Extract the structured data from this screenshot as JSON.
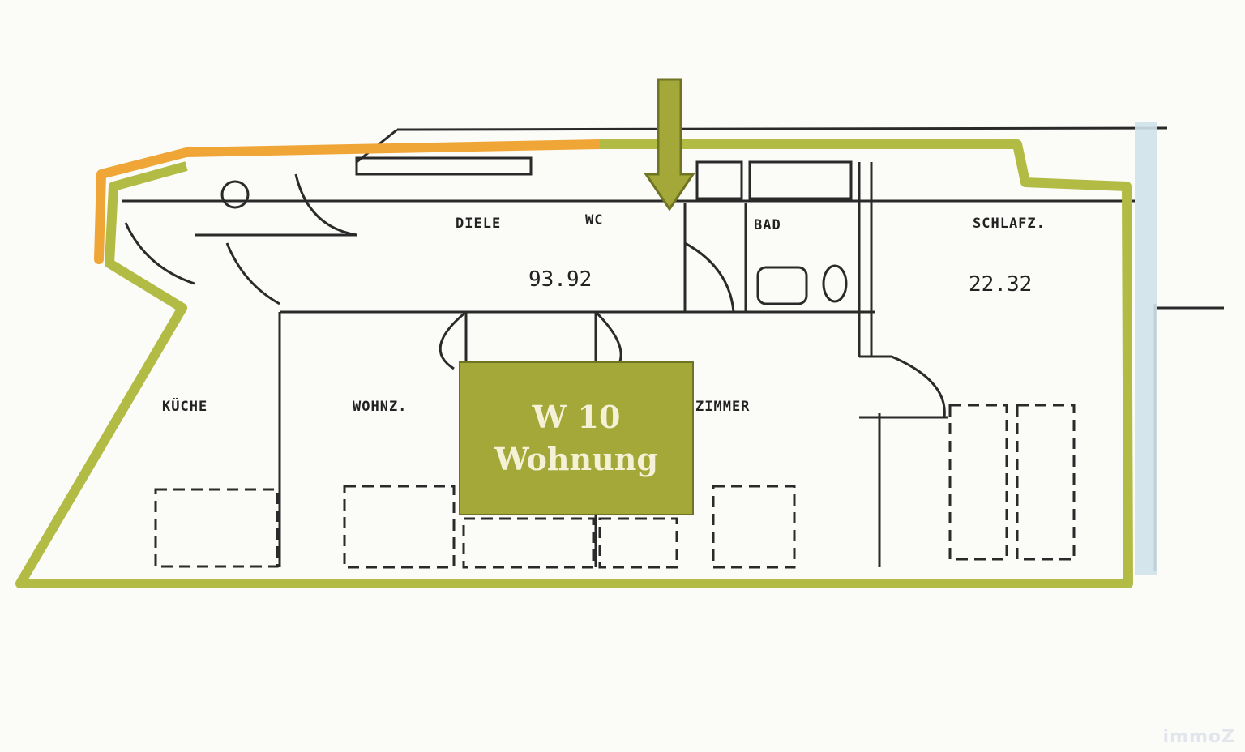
{
  "unit": {
    "number_label": "W 10",
    "type_label": "Wohnung"
  },
  "rooms": [
    {
      "id": "diele",
      "label": "DIELE"
    },
    {
      "id": "wc",
      "label": "WC"
    },
    {
      "id": "bad",
      "label": "BAD"
    },
    {
      "id": "schlafzimmer",
      "label": "SCHLAFZ."
    },
    {
      "id": "kueche",
      "label": "KÜCHE"
    },
    {
      "id": "wohnzimmer",
      "label": "WOHNZ."
    },
    {
      "id": "zimmer",
      "label": "ZIMMER"
    }
  ],
  "annotations": {
    "total_area": "93.92",
    "bedroom_area": "22.32"
  },
  "entrance": {
    "icon": "entrance-arrow-icon"
  },
  "watermark": "immoZ",
  "colors": {
    "outline": "#b2bb44",
    "outline_orange": "#f0a636",
    "label_fill": "#a3a838",
    "label_text": "#f4f1d6",
    "wall": "#2a2a2a",
    "stairwell": "#cfe3ea"
  }
}
